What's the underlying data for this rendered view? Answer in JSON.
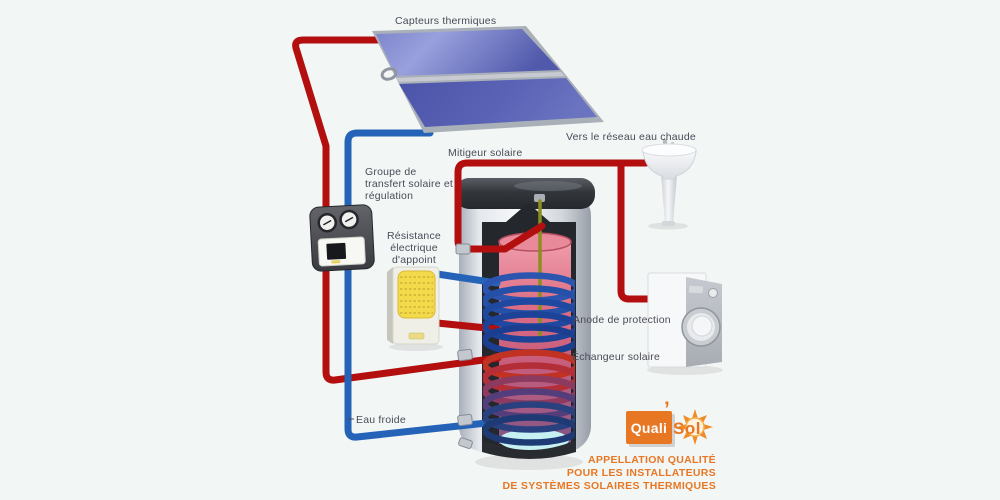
{
  "colors": {
    "background": "#f2f6f5",
    "pipe_hot": "#b30f0f",
    "pipe_cold": "#2563b8",
    "panel_blue": "#5a63b4",
    "accent_orange": "#e87724",
    "text": "#4b4b58",
    "coil_upper": "#2450a8",
    "coil_solar_hot": "#c23222",
    "coil_solar_cold": "#1e3a74",
    "tank_water_cold": "#c6f0f2",
    "tank_water_hot": "#d96b7e"
  },
  "labels": {
    "collectors": "Capteurs thermiques",
    "hot_water_network": "Vers le réseau eau chaude",
    "solar_mixing_valve": "Mitigeur solaire",
    "transfer_group": {
      "line1": "Groupe de",
      "line2": "transfert solaire et",
      "line3": "régulation"
    },
    "electric_backup": {
      "line1": "Résistance",
      "line2": "électrique",
      "line3": "d'appoint"
    },
    "protection_anode": "Anode de protection",
    "solar_exchanger": "Échangeur solaire",
    "cold_water": "Eau froide"
  },
  "logo": {
    "brand_quali": "Quali",
    "brand_apostrophe": "’",
    "brand_sol": "Sol",
    "tagline": {
      "line1": "APPELLATION QUALITÉ",
      "line2": "POUR LES INSTALLATEURS",
      "line3": "DE SYSTÈMES SOLAIRES THERMIQUES"
    }
  }
}
